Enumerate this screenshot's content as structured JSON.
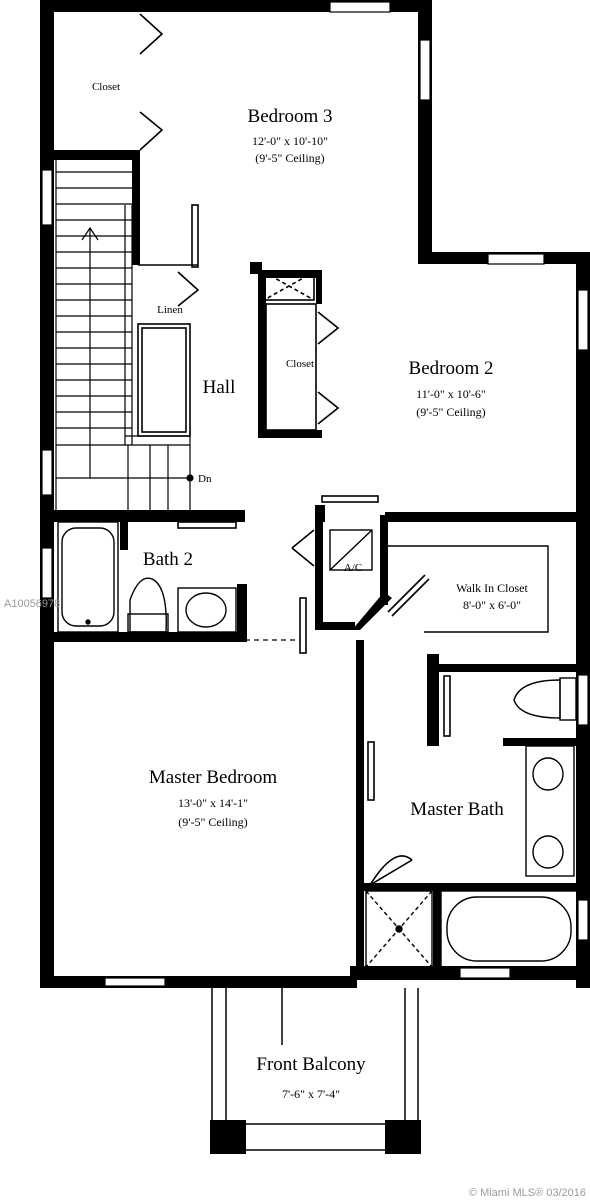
{
  "rooms": {
    "bedroom3": {
      "name": "Bedroom 3",
      "dims": "12'-0\" x 10'-10\"",
      "ceiling": "(9'-5\" Ceiling)"
    },
    "bedroom2": {
      "name": "Bedroom 2",
      "dims": "11'-0\" x 10'-6\"",
      "ceiling": "(9'-5\" Ceiling)"
    },
    "master_bedroom": {
      "name": "Master Bedroom",
      "dims": "13'-0\" x 14'-1\"",
      "ceiling": "(9'-5\" Ceiling)"
    },
    "walk_in_closet": {
      "name": "Walk In Closet",
      "dims": "8'-0\" x 6'-0\""
    },
    "front_balcony": {
      "name": "Front Balcony",
      "dims": "7'-6\" x 7'-4\""
    },
    "bath2": {
      "name": "Bath 2"
    },
    "master_bath": {
      "name": "Master Bath"
    },
    "hall": {
      "name": "Hall"
    }
  },
  "labels": {
    "closet_bed3": "Closet",
    "closet_bed2": "Closet",
    "linen": "Linen",
    "ac": "A/C",
    "dn": "Dn"
  },
  "watermark": {
    "left": "A10056978",
    "bottom": "© Miami MLS® 03/2016"
  }
}
